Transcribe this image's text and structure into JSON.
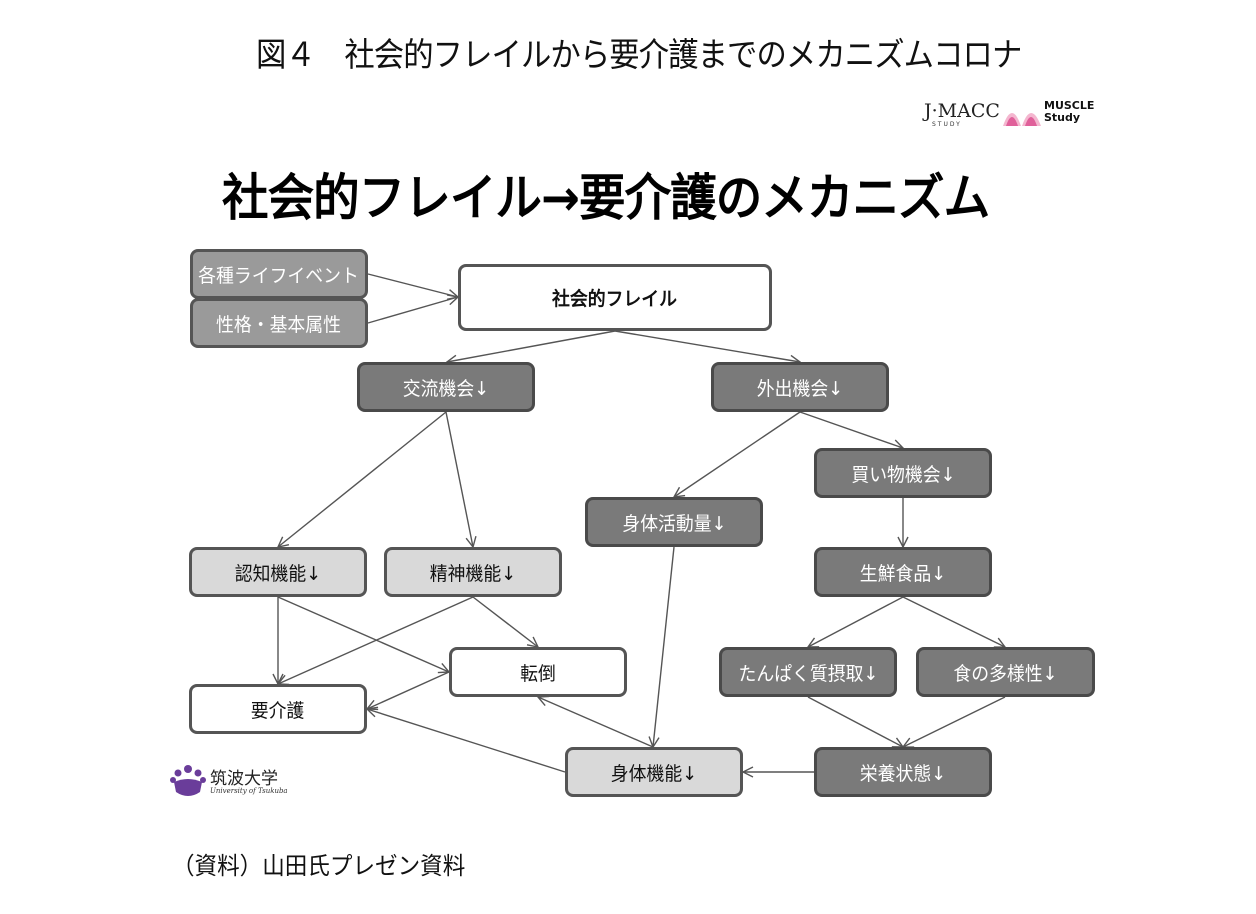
{
  "figure_title": "図４　社会的フレイルから要介護までのメカニズムコロナ",
  "slide_title": "社会的フレイル→要介護のメカニズム",
  "logos": {
    "jmacc": "J·MACC",
    "jmacc_sub": "STUDY",
    "muscle_line1": "MUSCLE",
    "muscle_line2": "Study",
    "tsukuba_jp": "筑波大学",
    "tsukuba_en": "University of Tsukuba"
  },
  "source": "（資料）山田氏プレゼン資料",
  "colors": {
    "dark_box": "#7a7a7a",
    "mid_box": "#9a9a9a",
    "light_box": "#d9d9d9",
    "white_box": "#ffffff",
    "border": "#555555",
    "arrow": "#555555",
    "tsukuba_purple": "#6a3d9a",
    "muscle_pink": "#e0609a"
  },
  "nodes": {
    "life_events": "各種ライフイベント",
    "personality": "性格・基本属性",
    "social_frailty": "社会的フレイル",
    "exchange": "交流機会↓",
    "outing": "外出機会↓",
    "shopping": "買い物機会↓",
    "physical_activity": "身体活動量↓",
    "cognitive": "認知機能↓",
    "mental": "精神機能↓",
    "fresh_food": "生鮮食品↓",
    "fall": "転倒",
    "care": "要介護",
    "protein": "たんぱく質摂取↓",
    "diversity": "食の多様性↓",
    "physical_function": "身体機能↓",
    "nutrition": "栄養状態↓"
  },
  "edges": [
    {
      "from": "life_events",
      "to": "social_frailty"
    },
    {
      "from": "personality",
      "to": "social_frailty"
    },
    {
      "from": "social_frailty",
      "to": "exchange"
    },
    {
      "from": "social_frailty",
      "to": "outing"
    },
    {
      "from": "exchange",
      "to": "cognitive"
    },
    {
      "from": "exchange",
      "to": "mental"
    },
    {
      "from": "outing",
      "to": "physical_activity"
    },
    {
      "from": "outing",
      "to": "shopping"
    },
    {
      "from": "shopping",
      "to": "fresh_food"
    },
    {
      "from": "fresh_food",
      "to": "protein"
    },
    {
      "from": "fresh_food",
      "to": "diversity"
    },
    {
      "from": "protein",
      "to": "nutrition"
    },
    {
      "from": "diversity",
      "to": "nutrition"
    },
    {
      "from": "nutrition",
      "to": "physical_function"
    },
    {
      "from": "physical_activity",
      "to": "physical_function"
    },
    {
      "from": "cognitive",
      "to": "care"
    },
    {
      "from": "cognitive",
      "to": "fall"
    },
    {
      "from": "mental",
      "to": "care"
    },
    {
      "from": "mental",
      "to": "fall"
    },
    {
      "from": "fall",
      "to": "care"
    },
    {
      "from": "physical_function",
      "to": "fall"
    },
    {
      "from": "physical_function",
      "to": "care"
    }
  ]
}
